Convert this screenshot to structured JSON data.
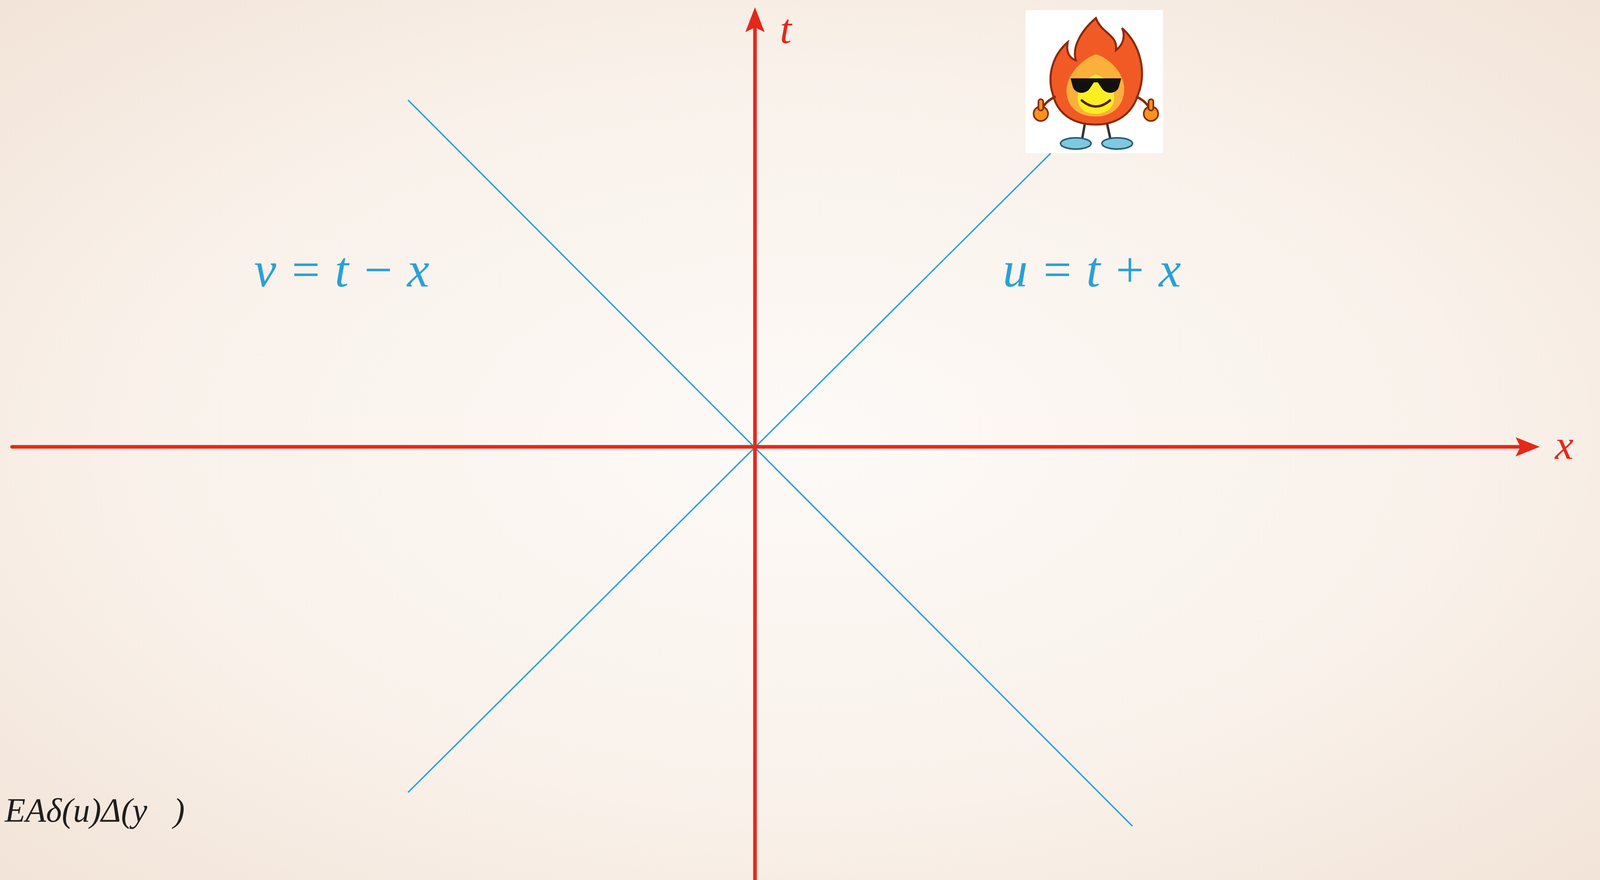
{
  "diagram": {
    "labels": [
      "t",
      "x",
      "v = t − x",
      "u = t + x",
      "EAδ(u)Δ(y⃗)"
    ]
  }
}
